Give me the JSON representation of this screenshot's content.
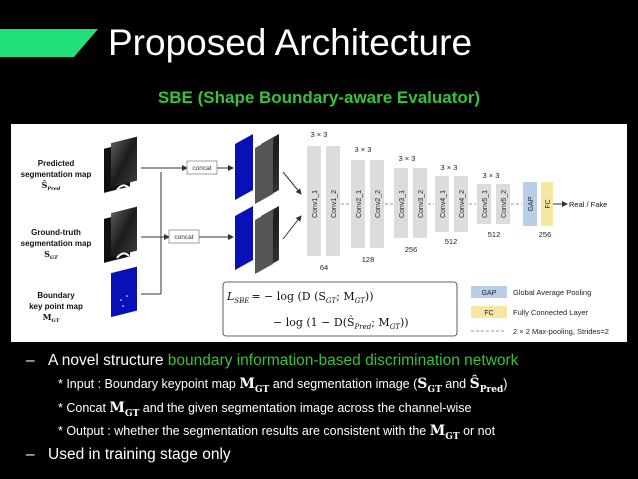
{
  "colors": {
    "accent": "#22e07a",
    "highlight": "#38c23a",
    "gap_box": "#b9cfe9",
    "fc_box": "#f6e6a2",
    "keypoint_blue": "#0a10b8"
  },
  "slide": {
    "title": "Proposed Architecture",
    "subtitle": "SBE (Shape Boundary-aware Evaluator)"
  },
  "figure": {
    "inputs": [
      {
        "label_1": "Predicted",
        "label_2": "segmentation map",
        "symbol": "Ŝ",
        "sub": "Pred"
      },
      {
        "label_1": "Ground-truth",
        "label_2": "segmentation map",
        "symbol": "S",
        "sub": "GT"
      },
      {
        "label_1": "Boundary",
        "label_2": "key point map",
        "symbol": "M",
        "sub": "GT"
      }
    ],
    "concat_label": "concat",
    "kernels": [
      "3 × 3",
      "3 × 3",
      "3 × 3",
      "3 × 3",
      "3 × 3"
    ],
    "convs": [
      "Conv1_1",
      "Conv1_2",
      "Conv2_1",
      "Conv2_2",
      "Conv3_1",
      "Conv3_2",
      "Conv4_1",
      "Conv4_2",
      "Conv5_1",
      "Conv5_2"
    ],
    "channels": [
      "64",
      "128",
      "256",
      "512",
      "512",
      "256"
    ],
    "gap_label": "GAP",
    "fc_label": "FC",
    "output_label": "Real / Fake",
    "loss_lhs": "L",
    "loss_lhs_sub": "SBE",
    "loss_line1": "= − log (D (S",
    "loss_line1_sub": "GT",
    "loss_line1_mid": "; M",
    "loss_line1_sub2": "GT",
    "loss_line1_end": "))",
    "loss_line2": "− log (1 − D(Ŝ",
    "loss_line2_sub": "Pred",
    "loss_line2_mid": "; M",
    "loss_line2_sub2": "GT",
    "loss_line2_end": "))",
    "legend": [
      {
        "tag": "GAP",
        "text": "Global Average Pooling"
      },
      {
        "tag": "FC",
        "text": "Fully Connected Layer"
      },
      {
        "tag": "",
        "text": "2 × 2 Max-pooling, Strides=2"
      }
    ]
  },
  "bullets": {
    "b1_prefix": "A novel structure ",
    "b1_highlight": "boundary information-based discrimination network",
    "s1_a": "* Input : Boundary keypoint map ",
    "s1_m": "M",
    "s1_msub": "GT",
    "s1_b": " and segmentation image (",
    "s1_s": "S",
    "s1_ssub": "GT",
    "s1_c": " and ",
    "s1_p": "Ŝ",
    "s1_psub": "Pred",
    "s1_d": ")",
    "s2_a": "* Concat ",
    "s2_m": "M",
    "s2_msub": "GT",
    "s2_b": " and the given segmentation image across the channel-wise",
    "s3_a": "* Output : whether the segmentation results are consistent with the ",
    "s3_m": "M",
    "s3_msub": "GT",
    "s3_b": " or not",
    "b2": "Used in training stage only"
  }
}
